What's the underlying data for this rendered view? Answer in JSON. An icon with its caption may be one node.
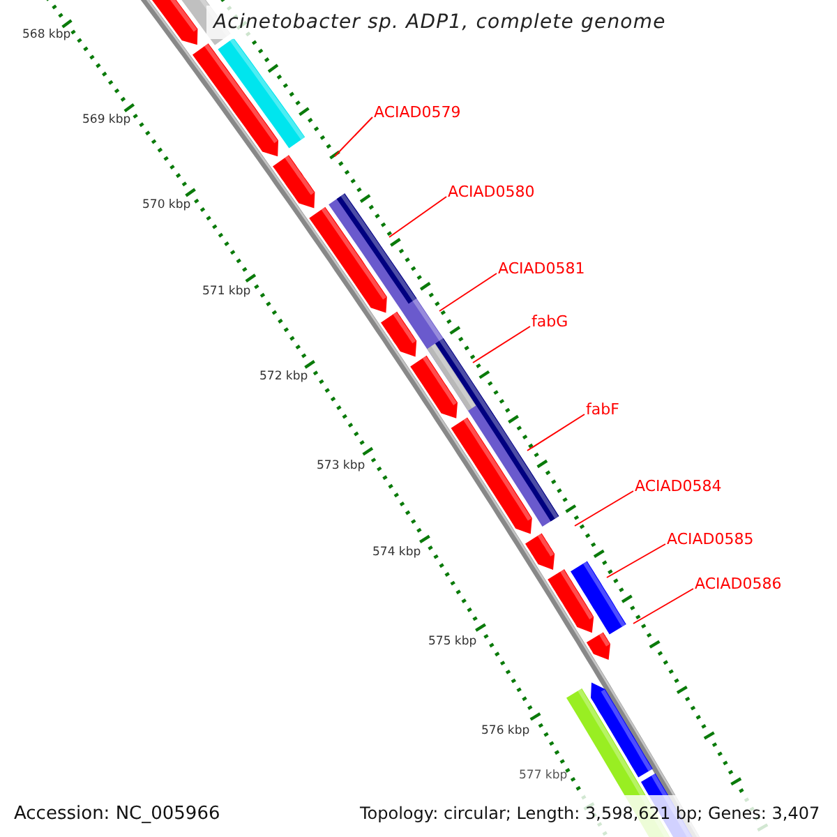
{
  "diagram": {
    "title": "Acinetobacter sp. ADP1, complete genome",
    "nodes": [
      {
        "text": [
          "ACIAD0579"
        ]
      },
      {
        "text": [
          "ACIAD0580"
        ]
      },
      {
        "text": [
          "ACIAD0581"
        ]
      },
      {
        "text": [
          "fabG"
        ]
      },
      {
        "text": [
          "fabF"
        ]
      },
      {
        "text": [
          "ACIAD0584"
        ]
      },
      {
        "text": [
          "ACIAD0585"
        ]
      },
      {
        "text": [
          "ACIAD0586"
        ]
      }
    ],
    "edges": [
      {
        "from": 0,
        "to": null,
        "arrow": "none"
      },
      {
        "from": 1,
        "to": null,
        "arrow": "none"
      },
      {
        "from": 2,
        "to": null,
        "arrow": "none"
      },
      {
        "from": 3,
        "to": null,
        "arrow": "none"
      },
      {
        "from": 4,
        "to": null,
        "arrow": "none"
      },
      {
        "from": 5,
        "to": null,
        "arrow": "none"
      },
      {
        "from": 6,
        "to": null,
        "arrow": "none"
      },
      {
        "from": 7,
        "to": null,
        "arrow": "none"
      }
    ],
    "labels": [
      "568 kbp",
      "569 kbp",
      "570 kbp",
      "571 kbp",
      "572 kbp",
      "573 kbp",
      "574 kbp",
      "575 kbp",
      "576 kbp",
      "577 kbp",
      "Accession: NC_005966",
      "Topology: circular; Length: 3,598,621 bp; Genes: 3,407"
    ]
  }
}
